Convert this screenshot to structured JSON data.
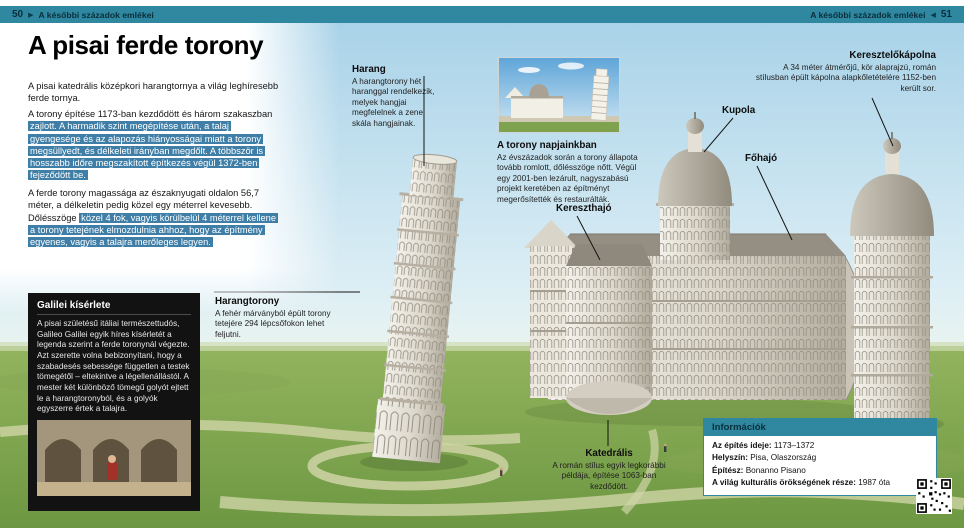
{
  "colors": {
    "accent_teal": "#2f87a0",
    "highlight_blue": "#3f7ea6",
    "sky": "#a8d2e8",
    "grass": "#6d9742"
  },
  "header": {
    "left_page": "50",
    "left_arrow": "▶",
    "left_title": "A későbbi századok emlékei",
    "right_title": "A későbbi századok emlékei",
    "right_arrow": "◀",
    "right_page": "51"
  },
  "article": {
    "title": "A pisai ferde torony",
    "intro": "A pisai katedrális középkori harangtornya a világ leghíresebb ferde tornya.",
    "para2_normal": "A torony építése 1173-ban kezdődött és három szakaszban ",
    "para2_highlight": "zajlott. A harmadik szint megépítése után, a talaj gyengesége és az alapozás hiányosságai miatt a torony megsüllyedt, és délkeleti irányban megdőlt. A többször is hosszabb időre megszakított építkezés végül 1372-ben fejeződött be.",
    "para3_normal": "A ferde torony magassága az északnyugati oldalon 56,7 méter, a délkeletin pedig közel egy méterrel kevesebb. Dőlésszöge ",
    "para3_highlight": "közel 4 fok, vagyis körülbelül 4 méterrel kellene a torony tetejének elmozdulnia ahhoz, hogy az építmény egyenes, vagyis a talajra merőleges legyen."
  },
  "callouts": {
    "harang": {
      "title": "Harang",
      "text": "A harangtorony hét haranggal rendelkezik, melyek hangjai megfelelnek a zenei skála hangjainak."
    },
    "harangtorony": {
      "title": "Harangtorony",
      "text": "A fehér márványból épült torony tetejére 294 lépcsőfokon lehet feljutni."
    },
    "torony_ma": {
      "title": "A torony napjainkban",
      "text": "Az évszázadok során a torony állapota tovább romlott, dőlésszöge nőtt. Végül egy 2001-ben lezárult, nagyszabású projekt keretében az építményt megerősítették és restaurálták."
    },
    "keresztelokapolna": {
      "title": "Keresztelőkápolna",
      "text": "A 34 méter átmérőjű, kör alaprajzú, román stílusban épült kápolna alapkőletételére 1152-ben került sor."
    },
    "kupola": {
      "title": "Kupola"
    },
    "fohajo": {
      "title": "Főhajó"
    },
    "kereszthajo": {
      "title": "Kereszthajó"
    },
    "katedralis": {
      "title": "Katedrális",
      "text": "A román stílus egyik legkorábbi példája, építése 1063-ban kezdődött."
    }
  },
  "galilei": {
    "title": "Galilei kísérlete",
    "text": "A pisai születésű itáliai természettudós, Galileo Galilei egyik híres kísérletét a legenda szerint a ferde toronynál végezte. Azt szerette volna bebizonyítani, hogy a szabadesés sebessége független a testek tömegétől – eltekintve a légellenállástól. A mester két különböző tömegű golyót ejtett le a harangtoronyból, és a golyók egyszerre értek a talajra."
  },
  "info": {
    "title": "Információk",
    "rows": [
      {
        "label": "Az építés ideje:",
        "value": "1173–1372"
      },
      {
        "label": "Helyszín:",
        "value": "Pisa, Olaszország"
      },
      {
        "label": "Építész:",
        "value": "Bonanno Pisano"
      },
      {
        "label": "A világ kulturális örökségének része:",
        "value": "1987 óta"
      }
    ]
  }
}
